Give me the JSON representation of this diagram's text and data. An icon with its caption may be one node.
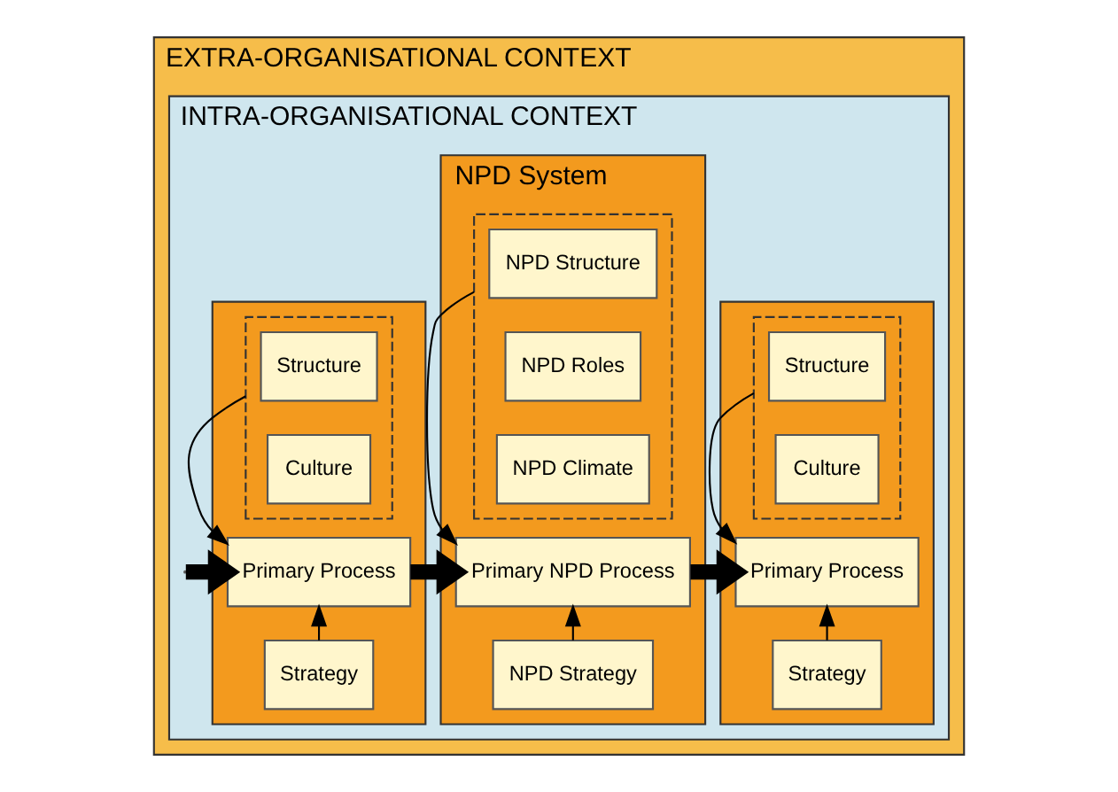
{
  "diagram": {
    "nodes": [
      {
        "text": [
          "EXTRA-ORGANISATIONAL CONTEXT"
        ]
      },
      {
        "text": [
          "INTRA-ORGANISATIONAL CONTEXT"
        ],
        "in": 0
      },
      {
        "text": [],
        "shape": "box",
        "in": 1
      },
      {
        "text": [],
        "shape": "box",
        "in": 2
      },
      {
        "text": [
          "Structure"
        ],
        "in": 3
      },
      {
        "text": [
          "Culture"
        ],
        "in": 3
      },
      {
        "text": [
          "Primary Process"
        ],
        "in": 2
      },
      {
        "text": [
          "Strategy"
        ],
        "in": 2
      },
      {
        "text": [
          "NPD System"
        ],
        "in": 1
      },
      {
        "text": [],
        "shape": "box",
        "in": 8
      },
      {
        "text": [
          "NPD Structure"
        ],
        "in": 9
      },
      {
        "text": [
          "NPD Roles"
        ],
        "in": 9
      },
      {
        "text": [
          "NPD Climate"
        ],
        "in": 9
      },
      {
        "text": [
          "Primary NPD Process"
        ],
        "in": 8
      },
      {
        "text": [
          "NPD Strategy"
        ],
        "in": 8
      },
      {
        "text": [],
        "shape": "box",
        "in": 1
      },
      {
        "text": [],
        "shape": "box",
        "in": 15
      },
      {
        "text": [
          "Structure"
        ],
        "in": 16
      },
      {
        "text": [
          "Culture"
        ],
        "in": 16
      },
      {
        "text": [
          "Primary Process"
        ],
        "in": 15
      },
      {
        "text": [
          "Strategy"
        ],
        "in": 15
      }
    ],
    "edges": [
      {
        "from": null,
        "to": 6,
        "arrow": "to",
        "style": "thick"
      },
      {
        "from": 3,
        "to": 6,
        "arrow": "to"
      },
      {
        "from": 7,
        "to": 6,
        "arrow": "to"
      },
      {
        "from": 6,
        "to": 13,
        "arrow": "to",
        "style": "thick"
      },
      {
        "from": 9,
        "to": 13,
        "arrow": "to"
      },
      {
        "from": 14,
        "to": 13,
        "arrow": "to"
      },
      {
        "from": 13,
        "to": 19,
        "arrow": "to",
        "style": "thick"
      },
      {
        "from": 16,
        "to": 19,
        "arrow": "to"
      },
      {
        "from": 20,
        "to": 19,
        "arrow": "to"
      }
    ]
  }
}
